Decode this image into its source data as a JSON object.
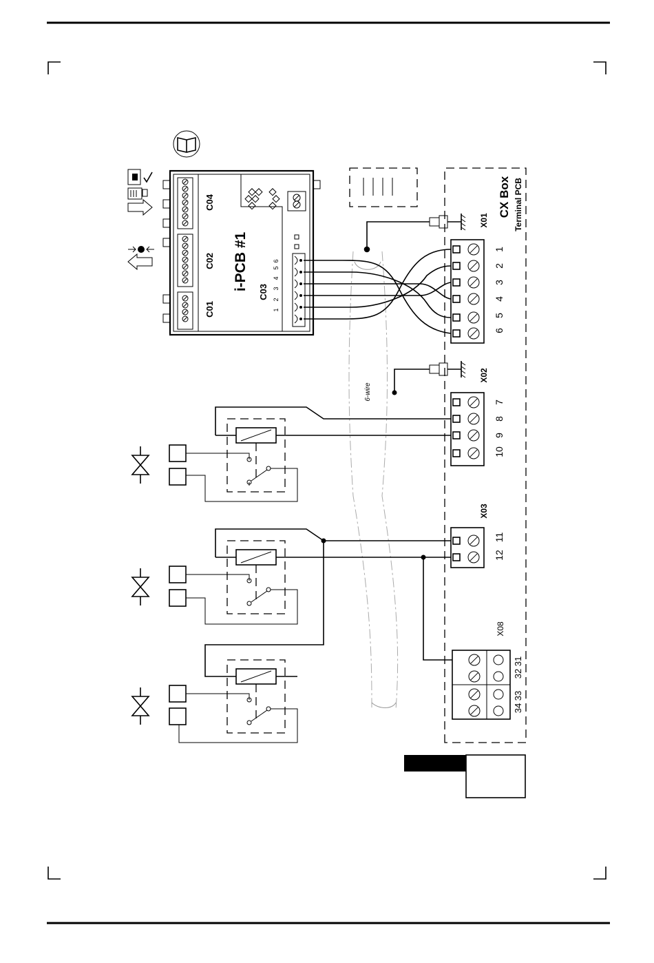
{
  "pcb": {
    "title": "i-PCB #1",
    "connectors": [
      "C01",
      "C02",
      "C03",
      "C04"
    ],
    "c03_pins": [
      "1",
      "2",
      "3",
      "4",
      "5",
      "6"
    ]
  },
  "cx_box": {
    "title": "CX Box",
    "subtitle": "Terminal PCB"
  },
  "cable_label": "6-wire",
  "terminals": {
    "x01": {
      "label": "X01",
      "numbers": [
        "1",
        "2",
        "3",
        "4",
        "5",
        "6"
      ]
    },
    "x02": {
      "label": "X02",
      "numbers": [
        "7",
        "8",
        "9",
        "10"
      ]
    },
    "x03": {
      "label": "X03",
      "numbers": [
        "11",
        "12"
      ]
    },
    "x08": {
      "label": "X08",
      "pairs": [
        "32 31",
        "34 33"
      ]
    }
  }
}
